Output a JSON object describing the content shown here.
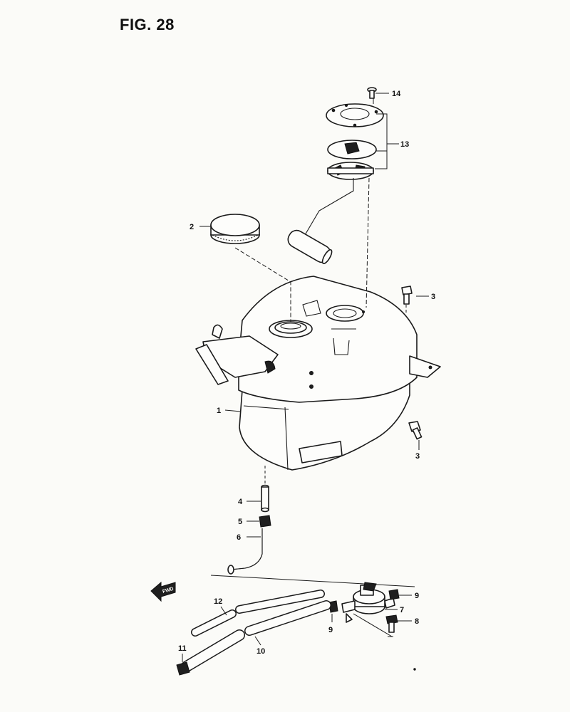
{
  "figure": {
    "title": "FIG. 28"
  },
  "callouts": {
    "p1": "1",
    "p2": "2",
    "p3a": "3",
    "p3b": "3",
    "p4": "4",
    "p5": "5",
    "p6": "6",
    "p7": "7",
    "p8": "8",
    "p9a": "9",
    "p9b": "9",
    "p10": "10",
    "p11": "11",
    "p12": "12",
    "p13": "13",
    "p14": "14"
  },
  "arrow_label": "FWD",
  "icons": {
    "front_arrow": "front-direction-arrow-icon"
  }
}
